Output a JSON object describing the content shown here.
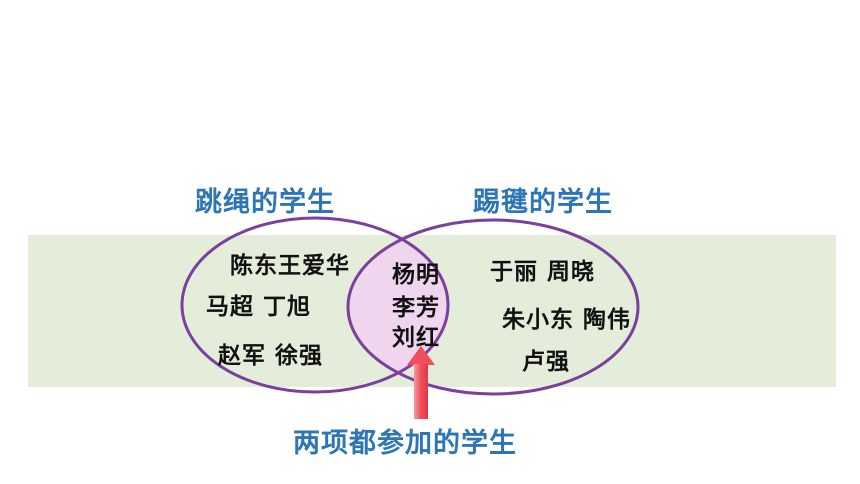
{
  "left_set": {
    "title": "跳绳的学生",
    "names": [
      "陈东王爱华",
      "马超 丁旭",
      "赵军 徐强"
    ]
  },
  "right_set": {
    "title": "踢毽的学生",
    "names": [
      "于丽 周晓",
      "朱小东 陶伟",
      "卢强"
    ]
  },
  "intersection": {
    "names": [
      "杨明",
      "李芳",
      "刘红"
    ],
    "label": "两项都参加的学生"
  },
  "colors": {
    "title": "#2e75b6",
    "circle_stroke": "#7b3f9e",
    "intersection_fill": "#efd6ee",
    "band": "#e4ecda",
    "arrow": "#f04e5a"
  }
}
